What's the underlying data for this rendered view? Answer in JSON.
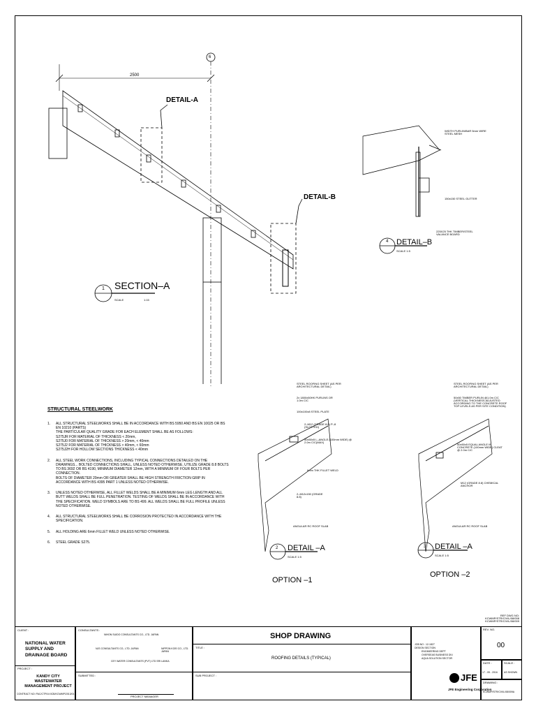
{
  "drawing": {
    "grid_marker": "6",
    "dimension_2500": "2500",
    "detail_a_callout": "DETAIL-A",
    "detail_b_callout": "DETAIL-B",
    "section_a": {
      "number": "1",
      "title": "SECTION–A",
      "scale_label": "SCALE",
      "scale_value": "1:15"
    },
    "detail_b": {
      "number": "4",
      "title": "DETAIL–B",
      "scale": "SCALE 1:5",
      "labels": [
        "WIDTH PURLIN/BAR 5mm WIRE STEEL MESH",
        "150x150 STEEL GUTTER",
        "225X25 THK TIMBER/STEEL VALANCE BOARD"
      ]
    },
    "detail_a1": {
      "number": "2",
      "title": "DETAIL –A",
      "scale": "SCALE 1:5",
      "option": "OPTION  –1",
      "labels": [
        "STEEL ROOFING SHEET (AS PER ARCHITECTURAL DETAIL)",
        "2x 1800x50HK PURLINS OR 1.0m C/C",
        "100x100x8 STEEL PLATE",
        "2–M12 (GRADE 8.8) P–8 (SLOTTED)",
        "50x50x5 L–ANGLE (100mm WIDE) @ 2.0m C/C(MAX)",
        "6mm THK FILLET WELD",
        "2–M12x150 (GRADE 8.8)",
        "ANGULAR RC ROOF SLAB"
      ]
    },
    "detail_a2": {
      "number": "3",
      "title": "DETAIL –A",
      "scale": "SCALE 1:5",
      "option": "OPTION  –2",
      "labels": [
        "STEEL ROOFING SHEET (AS PER ARCHITECTURAL DETAIL)",
        "50x50 TIMBER PURLIN @1.0m C/C (VERTICAL THICKNESS ADJUSTED ACCORDING TO THE CONCRETE ROOF TOP LEVELS AS PER SITE CONDITION)",
        "50x50x5 EQUAL ANGLE IN CONCRETE (100mm WIDE) CLEAT @ 2.0m C/C",
        "M12 (GRADE 8.8) CHEMICAL ANCHOR",
        "ANGULAR RC ROOF SLAB"
      ]
    }
  },
  "notes": {
    "title": "STRUCTURAL STEELWORK",
    "items": [
      {
        "no": "1.",
        "text": "ALL STRUCTURAL STEELWORKS SHALL BE IN ACCORDANCE WITH BS 5950 AND BS EN 10025 OR BS EN 10210 (PARTS)\n  THE PARTICULAR QUALITY GRADE FOR EACH ELEMENT SHALL BE AS FOLLOWS:\n  S275JR FOR MATERIAL OF THICKNESS < 20mm,\n  S275J0 FOR MATERIAL OF THICKNESS > 20mm, < 40mm\n  S275J2 FOR MATERIAL OF THICKNESS > 40mm, < 60mm\n  S275J2H FOR HOLLOW SECTIONS THICKNESS < 40mm"
      },
      {
        "no": "2.",
        "text": "ALL STEEL WORK CONNECTIONS, INCLUDING TYPICAL CONNECTIONS DETAILED ON THE DRAWINGS... BOLTED CONNECTIONS SHALL, UNLESS NOTED OTHERWISE, UTILIZE GRADE 8.8 BOLTS TO BS 3692 OR BS 4190, MINIMUM DIAMETER 12mm, WITH A MINIMUM OF FOUR BOLTS PER CONNECTION.\nBOLTS OF DIAMETER 20mm OR GREATER SHALL BE HIGH STRENGTH FRICTION GRIP IN ACCORDANCE WITH BS 4395 PART 1 UNLESS NOTED OTHERWISE."
      },
      {
        "no": "3.",
        "text": "UNLESS NOTED OTHERWISE, ALL FILLET WELDS SHALL BE A MINIMUM 6mm LEG LENGTH AND ALL BUTT WELDS SHALL BE FULL PENETRATION. TESTING OF WELDS SHALL BE IN ACCORDANCE WITH THE SPECIFICATION. WELD SYMBOLS ARE TO BS 499. ALL WELDS SHALL BE FULL PROFILE UNLESS NOTED OTHERWISE."
      },
      {
        "no": "4.",
        "text": "ALL STRUCTURAL STEELWORKS SHALL BE CORROSION PROTECTED IN ACCORDANCE WITH THE SPECIFICATION."
      },
      {
        "no": "5.",
        "text": "ALL HOLDING ARE 6mm FILLET WELD UNLESS NOTED OTHERWISE."
      },
      {
        "no": "6.",
        "text": "STEEL GRADE S275."
      }
    ]
  },
  "ref_note": "REF DWG NO: KCWMP/STR/CIVIL/08/008 KCWMP/STR/CIVIL/08/009",
  "title_block": {
    "client_label": "CLIENT :",
    "client": "NATIONAL WATER SUPPLY AND DRAINAGE BOARD",
    "project_label": "PROJECT :",
    "project": "KANDY CITY WASTEWATER MANAGEMENT PROJECT",
    "contract": "CONTRACT NO: PAC/CTP/LK/ICB/KCWMP/2013/01",
    "consultants_label": "CONSULTANTS :",
    "consultants": [
      "NIHON SUIDO CONSULTANTS CO., LTD. JAPAN",
      "NJS CONSULTANTS CO., LTD. JAPAN",
      "NIPPON KOEI CO., LTD. JAPAN",
      "CEY WATER CONSULTANTS (PVT) LTD SRI LANKA"
    ],
    "submitted_label": "SUBMITTED :",
    "project_manager": "PROJECT MANAGER",
    "heading": "SHOP DRAWING",
    "title_label": "TITLE :",
    "title": "ROOFING  DETAILS  (TYPICAL)",
    "sub_project_label": "SUB PROJECT :",
    "contractor_lines": [
      "JOB NO : 12-1827",
      "DESIGN SECTION",
      "ENGINEERING DEPT",
      "OVERSEAS BUSINESS DIV.",
      "AQUA SOLUTION SECTOR"
    ],
    "company_mark": "JFE",
    "company": "JFE Engineering Corporation",
    "rev_label": "REV. NO.",
    "rev": "00",
    "date_label": "DATE :",
    "date": "17 - 05 - 2016",
    "scale_label": "SCALE :",
    "scale": "AS SHOWN",
    "drawing_label": "DRAWING :",
    "drawing_no": "KCWMP/STR/CIVIL/08/009A"
  }
}
